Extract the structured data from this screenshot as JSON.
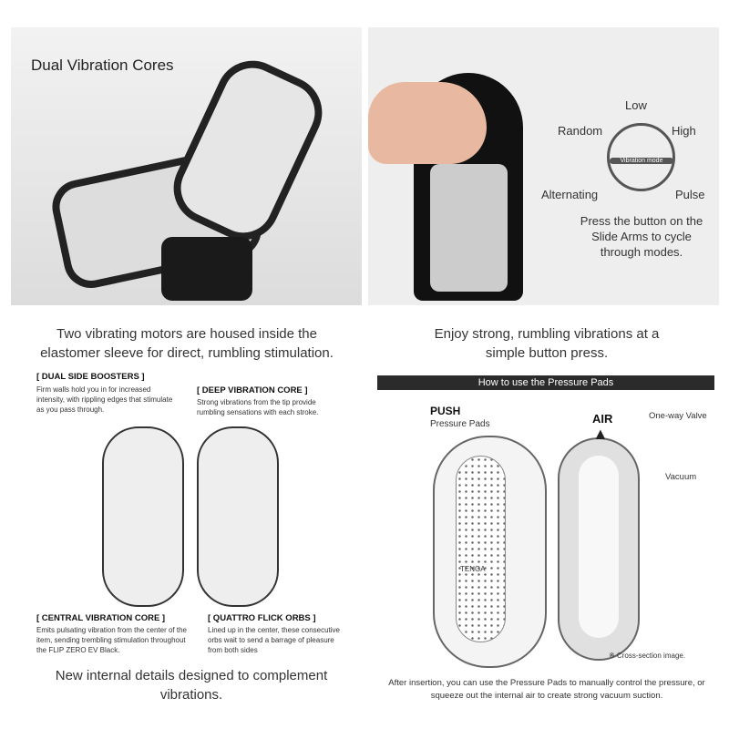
{
  "panel1": {
    "label": "Dual Vibration Cores",
    "caption": "Two vibrating motors are housed inside the elastomer sleeve for direct, rumbling stimulation."
  },
  "panel2": {
    "modes": {
      "low": "Low",
      "high": "High",
      "random": "Random",
      "pulse": "Pulse",
      "alternating": "Alternating",
      "center": "Vibration mode"
    },
    "instruction": "Press the button on the Slide Arms to cycle through modes.",
    "caption": "Enjoy strong, rumbling vibrations at a simple button press."
  },
  "panel3": {
    "boosters": {
      "title": "[ DUAL SIDE BOOSTERS ]",
      "text": "Firm walls hold you in for increased intensity, with rippling edges that stimulate as you pass through."
    },
    "deep": {
      "title": "[ DEEP VIBRATION CORE ]",
      "text": "Strong vibrations from the tip provide rumbling sensations with each stroke."
    },
    "central": {
      "title": "[ CENTRAL VIBRATION CORE ]",
      "text": "Emits pulsating vibration from the center of the item, sending trembling stimulation throughout the FLIP ZERO EV Black."
    },
    "orbs": {
      "title": "[ QUATTRO FLICK ORBS ]",
      "text": "Lined up in the center, these consecutive orbs wait to send a barrage of pleasure from both sides"
    },
    "caption": "New internal details designed to complement vibrations."
  },
  "panel4": {
    "header": "How to use the Pressure Pads",
    "push": "PUSH",
    "pads": "Pressure Pads",
    "air": "AIR",
    "valve": "One-way Valve",
    "vacuum": "Vacuum",
    "logo": "TENGA",
    "note": "※ Cross-section image.",
    "caption": "After insertion, you can use the Pressure Pads to manually control the pressure, or squeeze out the internal air to create strong vacuum suction."
  }
}
